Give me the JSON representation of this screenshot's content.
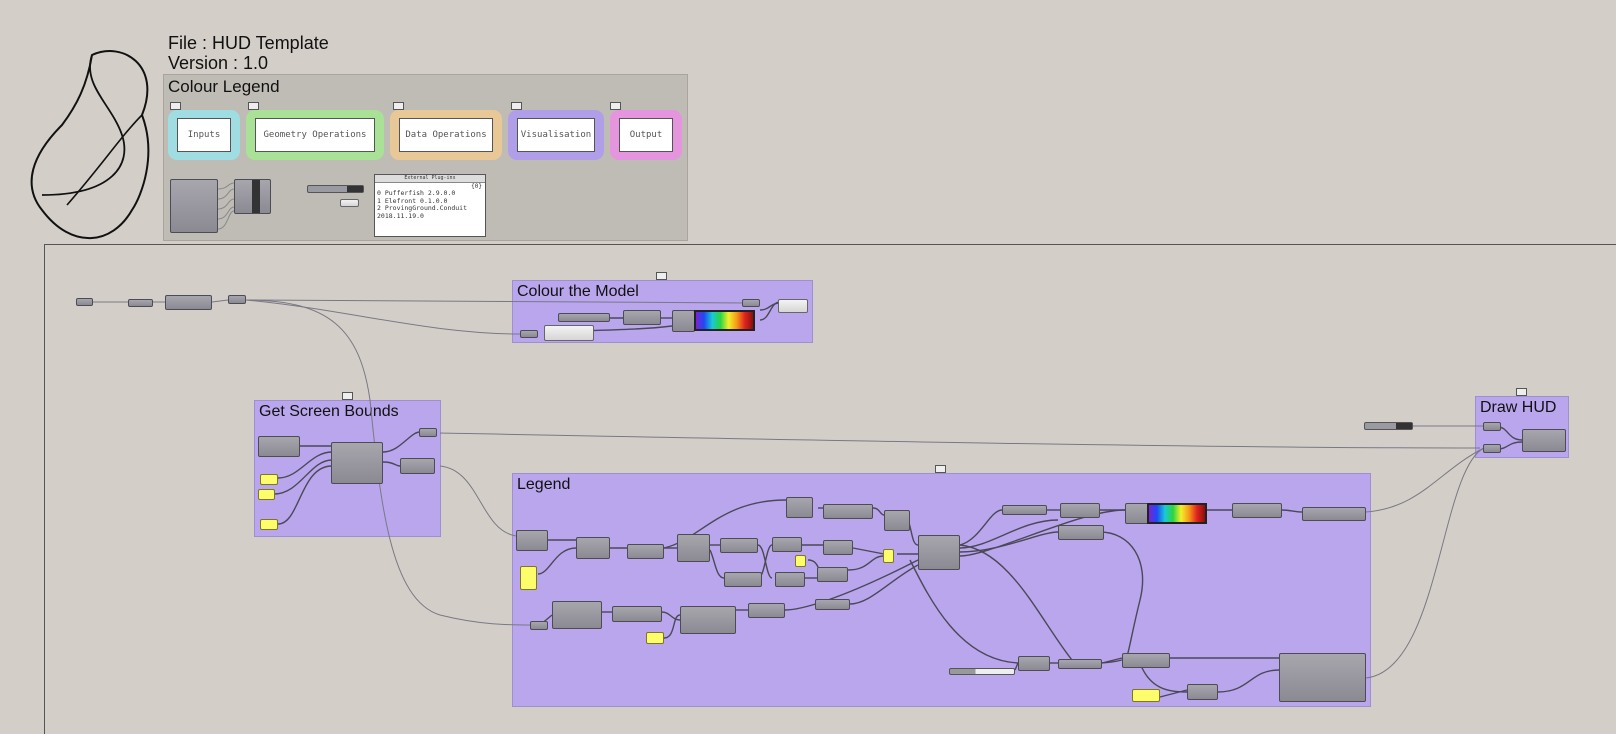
{
  "header": {
    "file_line": "File : HUD Template",
    "version_line": "Version : 1.0"
  },
  "colour_legend": {
    "title": "Colour Legend",
    "boxes": [
      {
        "label": "Inputs",
        "color": "#9fdde3"
      },
      {
        "label": "Geometry Operations",
        "color": "#a9e297"
      },
      {
        "label": "Data Operations",
        "color": "#e9c898"
      },
      {
        "label": "Visualisation",
        "color": "#b19ee8"
      },
      {
        "label": "Output",
        "color": "#e594de"
      }
    ],
    "plugin_panel": {
      "header": "External Plug-ins",
      "path_label": "{0}",
      "lines": [
        "0 Pufferfish 2.9.0.0",
        "1 Elefront 0.1.0.0",
        "2 ProvingGround.Conduit",
        "  2018.11.19.0"
      ]
    }
  },
  "groups": {
    "colour_model": "Colour the Model",
    "screen_bounds": "Get Screen Bounds",
    "legend": "Legend",
    "draw_hud": "Draw HUD"
  },
  "colors": {
    "canvas": "#d3cfc8",
    "group_fill": "#b9a6ec",
    "component": "#9998a0",
    "param": "#fdfc6b"
  }
}
